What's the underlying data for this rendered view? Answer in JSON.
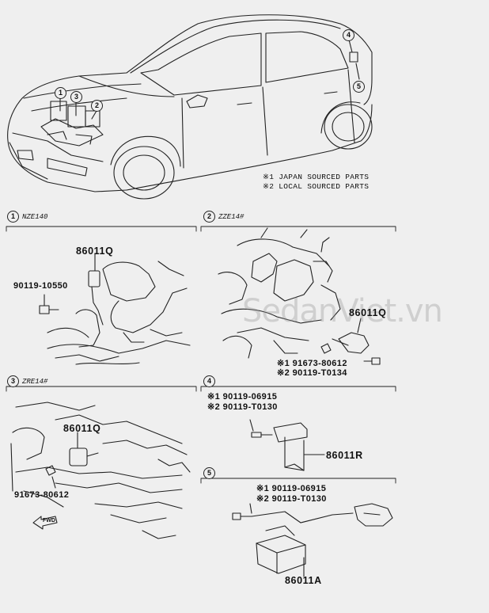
{
  "notes": {
    "japan": "※1 JAPAN SOURCED PARTS",
    "local": "※2 LOCAL SOURCED PARTS"
  },
  "callouts": [
    "1",
    "2",
    "3",
    "4",
    "5"
  ],
  "sections": {
    "s1": {
      "num": "1",
      "title": "NZE140",
      "part_main": "86011Q",
      "bolt": "90119-10550"
    },
    "s2": {
      "num": "2",
      "title": "ZZE14#",
      "part_main": "86011Q",
      "bolt1": "※1 91673-80612",
      "bolt2": "※2 90119-T0134"
    },
    "s3": {
      "num": "3",
      "title": "ZRE14#",
      "part_main": "86011Q",
      "bolt": "91673-80612",
      "fwd": "FWD"
    },
    "s4": {
      "num": "4",
      "bolt1": "※1 90119-06915",
      "bolt2": "※2 90119-T0130",
      "part_main": "86011R"
    },
    "s5": {
      "num": "5",
      "bolt1": "※1 90119-06915",
      "bolt2": "※2 90119-T0130",
      "part_main": "86011A"
    }
  },
  "watermark": "SedanViet.vn"
}
